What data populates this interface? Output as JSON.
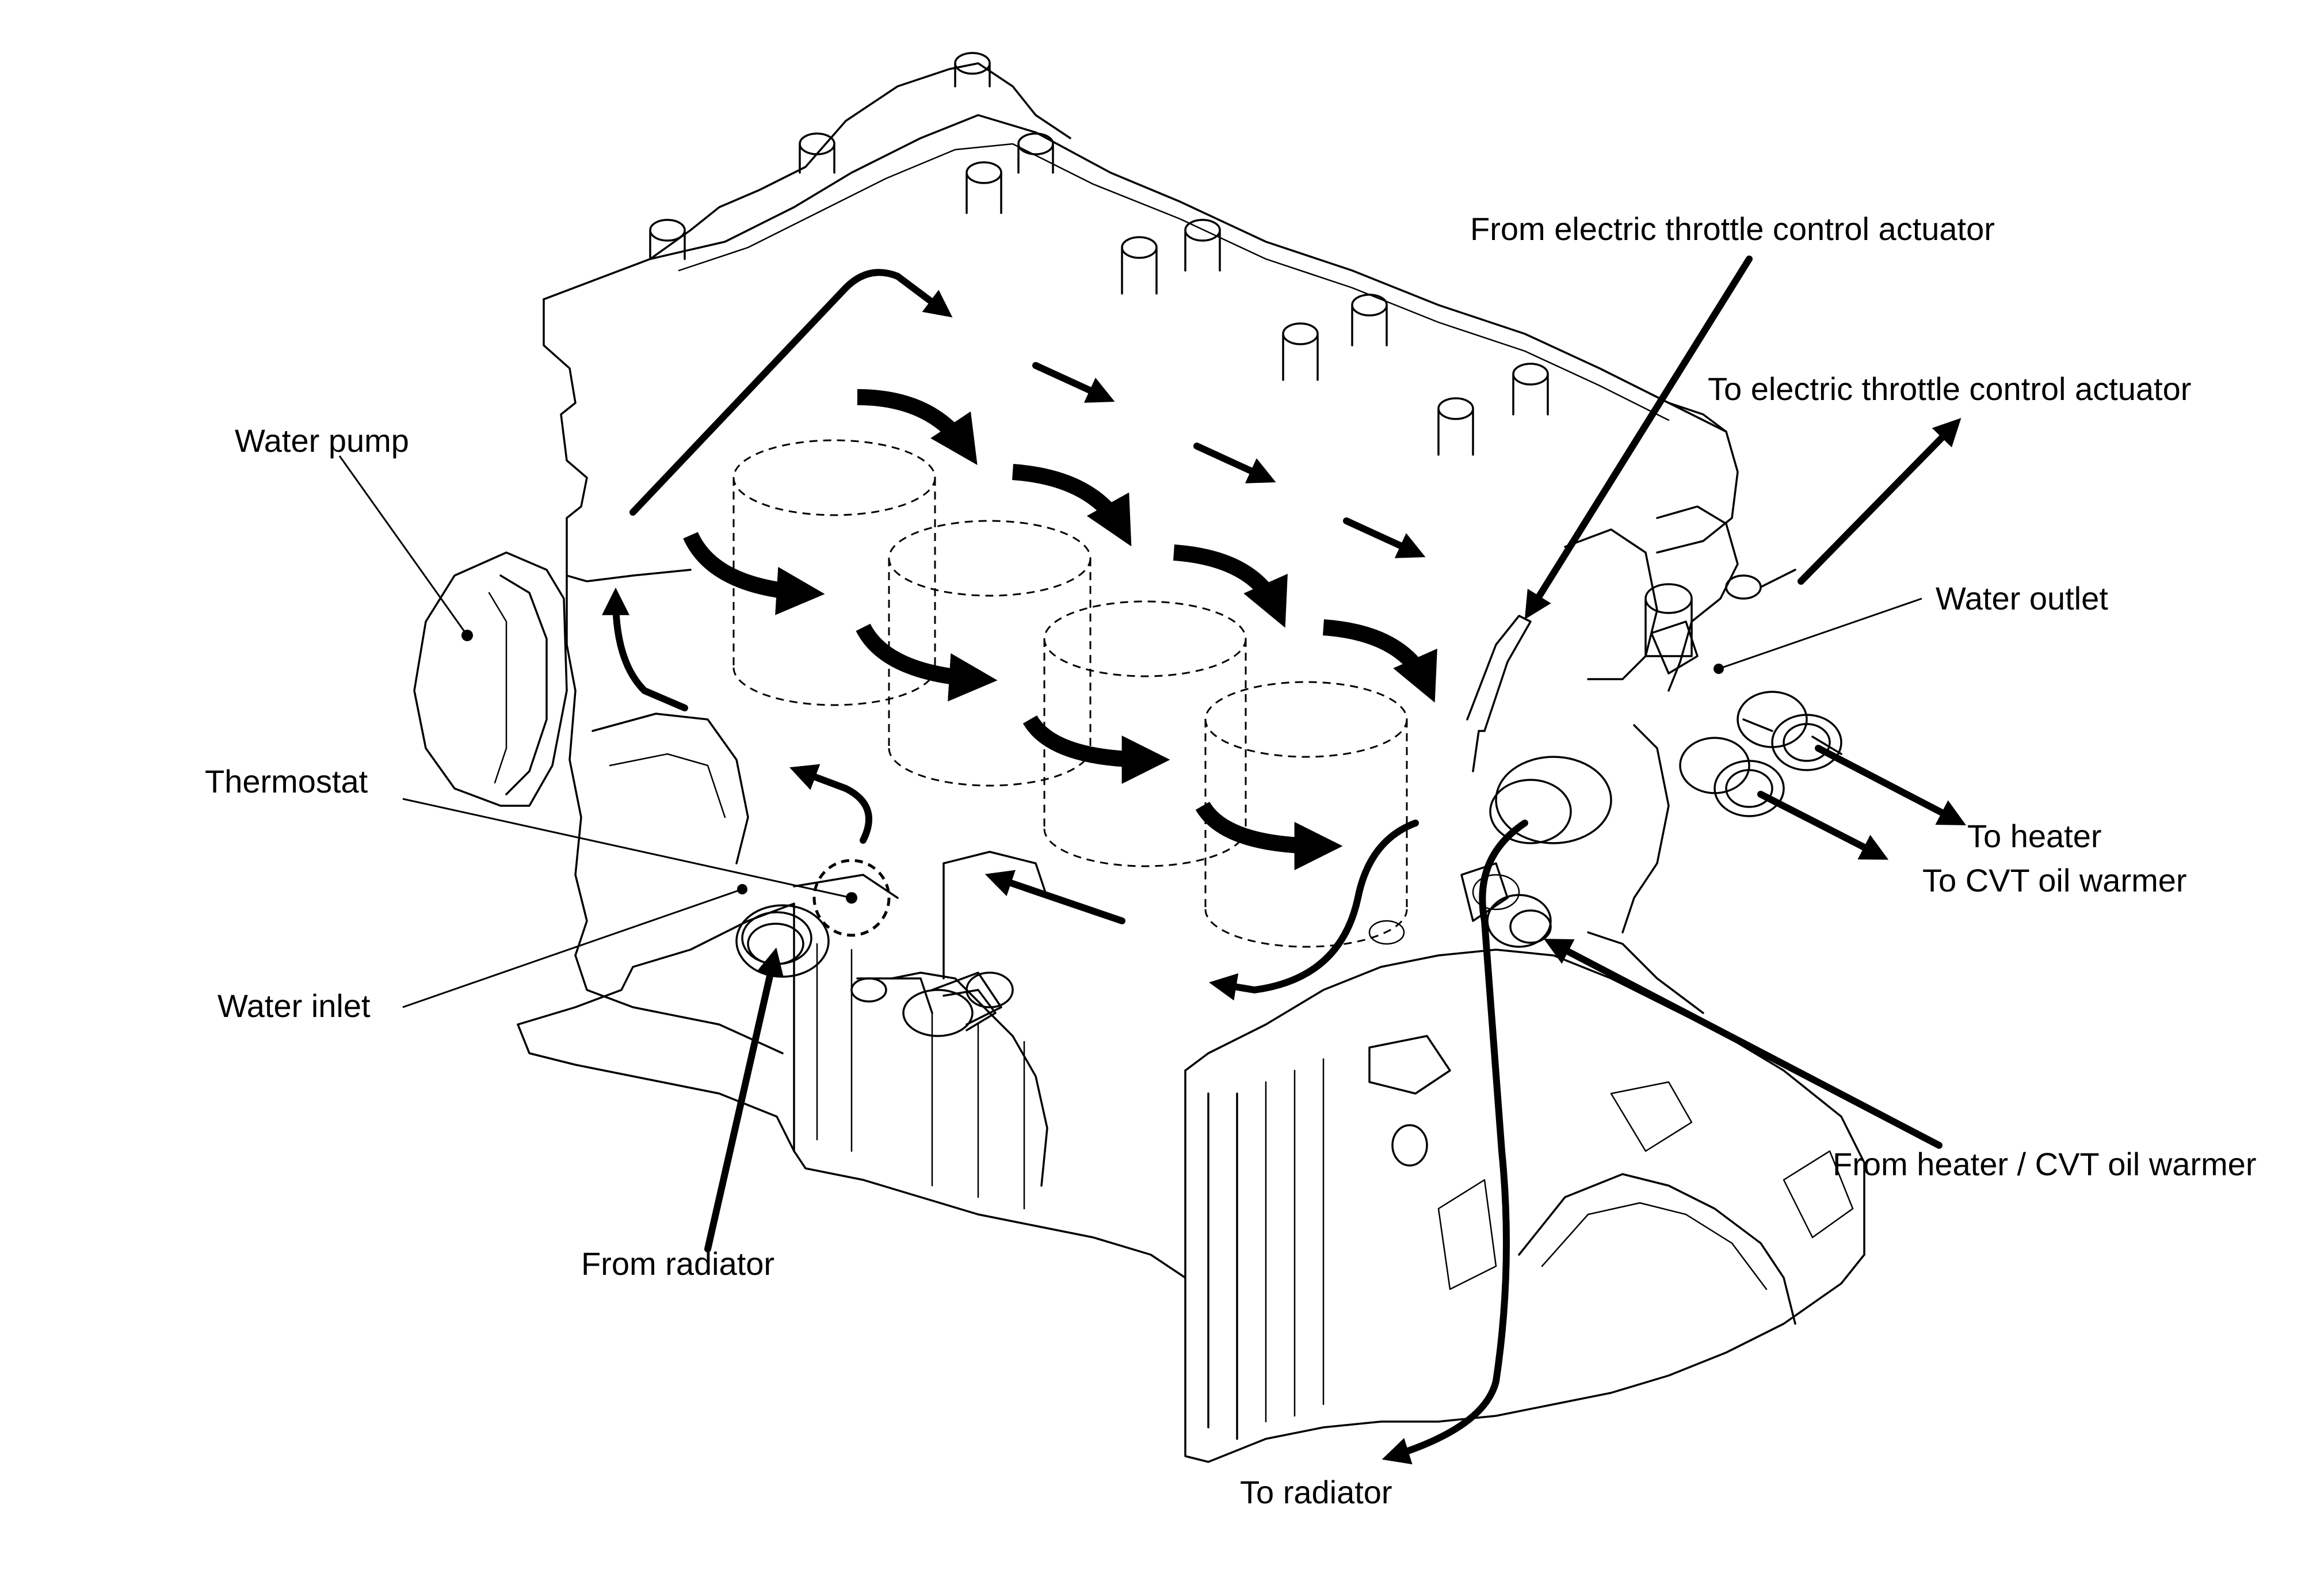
{
  "labels": {
    "water_pump": "Water pump",
    "thermostat": "Thermostat",
    "water_inlet": "Water inlet",
    "from_radiator": "From radiator",
    "from_etc_actuator": "From electric throttle control actuator",
    "to_etc_actuator": "To electric throttle control actuator",
    "water_outlet": "Water outlet",
    "to_heater": "To heater",
    "to_cvt_oil_warmer": "To CVT oil warmer",
    "from_heater_cvt": "From heater / CVT oil warmer",
    "to_radiator": "To radiator"
  },
  "colors": {
    "ink": "#000000",
    "background": "#ffffff"
  }
}
